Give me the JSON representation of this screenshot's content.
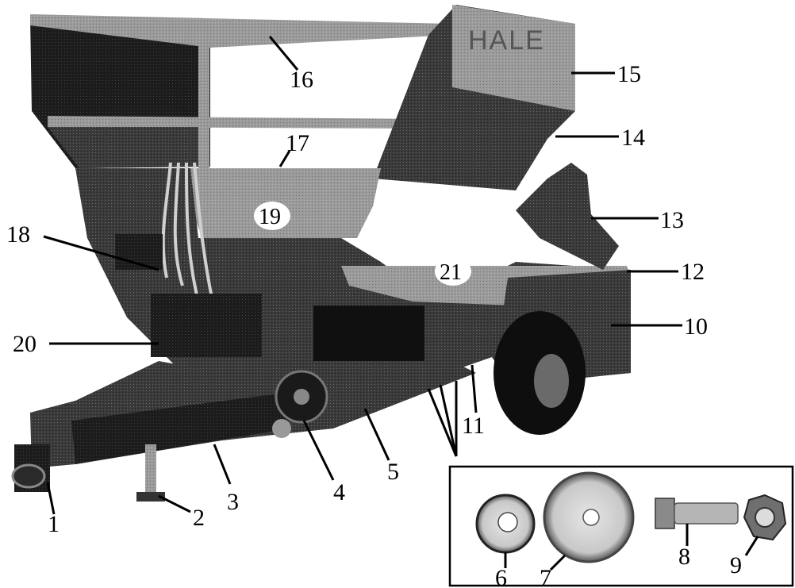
{
  "diagram": {
    "brand_text": "HALE",
    "callouts": {
      "c1": "1",
      "c2": "2",
      "c3": "3",
      "c4": "4",
      "c5": "5",
      "c6": "6",
      "c7": "7",
      "c8": "8",
      "c9": "9",
      "c10": "10",
      "c11": "11",
      "c12": "12",
      "c13": "13",
      "c14": "14",
      "c15": "15",
      "c16": "16",
      "c17": "17",
      "c18": "18",
      "c19": "19",
      "c20": "20",
      "c21": "21"
    }
  }
}
